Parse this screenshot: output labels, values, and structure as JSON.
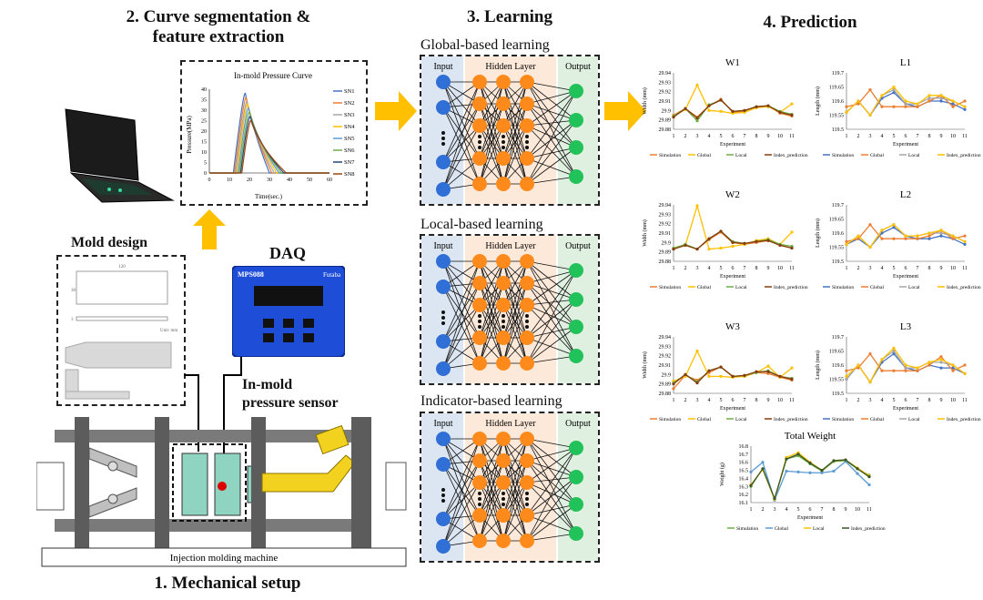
{
  "sections": {
    "curve": "2. Curve segmentation &",
    "curve2": "feature extraction",
    "learning": "3. Learning",
    "prediction": "4. Prediction",
    "mechanical": "1. Mechanical setup"
  },
  "labels": {
    "mold_design": "Mold design",
    "daq": "DAQ",
    "sensor1": "In-mold",
    "sensor2": "pressure sensor",
    "machine": "Injection molding machine",
    "daq_model": "MPS088",
    "daq_brand": "Futaba",
    "mold_w": "120",
    "mold_h": "30",
    "mold_t": "3",
    "unit": "Unit: mm"
  },
  "learning": {
    "global": "Global-based learning",
    "local": "Local-based learning",
    "indicator": "Indicator-based learning",
    "input": "Input",
    "hidden": "Hidden Layer",
    "output": "Output"
  },
  "pressure_chart": {
    "title": "In-mold Pressure Curve",
    "ylabel": "Pressure(MPa)",
    "xlabel": "Time(sec.)",
    "xticks": [
      "0",
      "10",
      "20",
      "30",
      "40",
      "50",
      "60"
    ],
    "yticks": [
      "0",
      "5",
      "10",
      "15",
      "20",
      "25",
      "30",
      "35",
      "40"
    ],
    "legend": [
      "SN1",
      "SN2",
      "SN3",
      "SN4",
      "SN5",
      "SN6",
      "SN7",
      "SN8"
    ],
    "peaks": [
      38,
      36,
      34,
      33,
      31,
      29,
      27,
      25
    ],
    "colors": [
      "#4472c4",
      "#ed7d31",
      "#a5a5a5",
      "#ffc000",
      "#5b9bd5",
      "#70ad47",
      "#264478",
      "#9e480e"
    ]
  },
  "chart_data": [
    {
      "type": "line",
      "title": "W1",
      "ylabel": "Width (mm)",
      "xlabel": "Experiment",
      "x": [
        1,
        2,
        3,
        4,
        5,
        6,
        7,
        8,
        9,
        10,
        11
      ],
      "yticks": [
        "29.88",
        "29.89",
        "29.9",
        "29.91",
        "29.92",
        "29.93",
        "29.94"
      ],
      "ylim": [
        29.88,
        29.94
      ],
      "series": [
        {
          "name": "Simulation",
          "color": "#ed7d31",
          "values": [
            29.895,
            29.902,
            29.893,
            29.905,
            29.912,
            29.898,
            29.899,
            29.903,
            29.905,
            29.897,
            29.894
          ]
        },
        {
          "name": "Global",
          "color": "#ffc000",
          "values": [
            29.894,
            29.901,
            29.927,
            29.9,
            29.899,
            29.897,
            29.898,
            29.903,
            29.904,
            29.898,
            29.907
          ]
        },
        {
          "name": "Local",
          "color": "#70ad47",
          "values": [
            29.894,
            29.902,
            29.889,
            29.906,
            29.911,
            29.899,
            29.9,
            29.904,
            29.905,
            29.899,
            29.896
          ]
        },
        {
          "name": "Index_prediction",
          "color": "#843c0c",
          "values": [
            29.893,
            29.902,
            29.892,
            29.905,
            29.911,
            29.899,
            29.9,
            29.904,
            29.905,
            29.898,
            29.895
          ]
        }
      ]
    },
    {
      "type": "line",
      "title": "L1",
      "ylabel": "Length (mm)",
      "xlabel": "Experiment",
      "x": [
        1,
        2,
        3,
        4,
        5,
        6,
        7,
        8,
        9,
        10,
        11
      ],
      "yticks": [
        "119.5",
        "119.55",
        "119.6",
        "119.65",
        "119.7"
      ],
      "ylim": [
        119.5,
        119.7
      ],
      "series": [
        {
          "name": "Simulation",
          "color": "#4472c4",
          "values": [
            119.56,
            119.6,
            119.55,
            119.61,
            119.63,
            119.59,
            119.58,
            119.6,
            119.6,
            119.59,
            119.57
          ]
        },
        {
          "name": "Global",
          "color": "#ed7d31",
          "values": [
            119.58,
            119.59,
            119.64,
            119.58,
            119.58,
            119.58,
            119.58,
            119.6,
            119.62,
            119.58,
            119.6
          ]
        },
        {
          "name": "Local",
          "color": "#a5a5a5",
          "values": [
            119.56,
            119.6,
            119.55,
            119.62,
            119.64,
            119.59,
            119.59,
            119.61,
            119.61,
            119.6,
            119.58
          ]
        },
        {
          "name": "Index_prediction",
          "color": "#ffc000",
          "values": [
            119.56,
            119.6,
            119.55,
            119.62,
            119.65,
            119.6,
            119.59,
            119.62,
            119.62,
            119.6,
            119.58
          ]
        }
      ]
    },
    {
      "type": "line",
      "title": "W2",
      "ylabel": "Width (mm)",
      "xlabel": "Experiment",
      "x": [
        1,
        2,
        3,
        4,
        5,
        6,
        7,
        8,
        9,
        10,
        11
      ],
      "yticks": [
        "29.88",
        "29.89",
        "29.9",
        "29.91",
        "29.92",
        "29.93",
        "29.94"
      ],
      "ylim": [
        29.88,
        29.94
      ],
      "series": [
        {
          "name": "Simulation",
          "color": "#ed7d31",
          "values": [
            29.893,
            29.897,
            29.893,
            29.903,
            29.911,
            29.9,
            29.898,
            29.9,
            29.902,
            29.897,
            29.894
          ]
        },
        {
          "name": "Global",
          "color": "#ffc000",
          "values": [
            29.894,
            29.897,
            29.939,
            29.893,
            29.894,
            29.896,
            29.898,
            29.902,
            29.904,
            29.898,
            29.911
          ]
        },
        {
          "name": "Local",
          "color": "#70ad47",
          "values": [
            29.894,
            29.898,
            29.893,
            29.904,
            29.912,
            29.901,
            29.899,
            29.901,
            29.903,
            29.898,
            29.896
          ]
        },
        {
          "name": "Index_prediction",
          "color": "#843c0c",
          "values": [
            29.893,
            29.897,
            29.893,
            29.904,
            29.912,
            29.9,
            29.899,
            29.901,
            29.902,
            29.897,
            29.894
          ]
        }
      ]
    },
    {
      "type": "line",
      "title": "L2",
      "ylabel": "Length (mm)",
      "xlabel": "Experiment",
      "x": [
        1,
        2,
        3,
        4,
        5,
        6,
        7,
        8,
        9,
        10,
        11
      ],
      "yticks": [
        "119.5",
        "119.55",
        "119.6",
        "119.65",
        "119.7"
      ],
      "ylim": [
        119.5,
        119.7
      ],
      "series": [
        {
          "name": "Simulation",
          "color": "#4472c4",
          "values": [
            119.56,
            119.58,
            119.55,
            119.6,
            119.62,
            119.59,
            119.58,
            119.58,
            119.59,
            119.58,
            119.56
          ]
        },
        {
          "name": "Global",
          "color": "#ed7d31",
          "values": [
            119.57,
            119.58,
            119.63,
            119.58,
            119.58,
            119.58,
            119.58,
            119.59,
            119.61,
            119.58,
            119.59
          ]
        },
        {
          "name": "Local",
          "color": "#a5a5a5",
          "values": [
            119.56,
            119.59,
            119.55,
            119.61,
            119.63,
            119.59,
            119.59,
            119.6,
            119.6,
            119.59,
            119.57
          ]
        },
        {
          "name": "Index_prediction",
          "color": "#ffc000",
          "values": [
            119.56,
            119.59,
            119.55,
            119.61,
            119.63,
            119.59,
            119.59,
            119.6,
            119.61,
            119.59,
            119.57
          ]
        }
      ]
    },
    {
      "type": "line",
      "title": "W3",
      "ylabel": "Width (mm)",
      "xlabel": "Experiment",
      "x": [
        1,
        2,
        3,
        4,
        5,
        6,
        7,
        8,
        9,
        10,
        11
      ],
      "yticks": [
        "29.88",
        "29.89",
        "29.9",
        "29.91",
        "29.92",
        "29.93",
        "29.94"
      ],
      "ylim": [
        29.88,
        29.94
      ],
      "series": [
        {
          "name": "Simulation",
          "color": "#ed7d31",
          "values": [
            29.885,
            29.899,
            29.894,
            29.902,
            29.908,
            29.898,
            29.898,
            29.902,
            29.901,
            29.897,
            29.894
          ]
        },
        {
          "name": "Global",
          "color": "#ffc000",
          "values": [
            29.893,
            29.898,
            29.925,
            29.898,
            29.898,
            29.897,
            29.898,
            29.902,
            29.909,
            29.897,
            29.907
          ]
        },
        {
          "name": "Local",
          "color": "#70ad47",
          "values": [
            29.891,
            29.9,
            29.892,
            29.904,
            29.908,
            29.898,
            29.899,
            29.902,
            29.904,
            29.898,
            29.896
          ]
        },
        {
          "name": "Index_prediction",
          "color": "#843c0c",
          "values": [
            29.89,
            29.9,
            29.891,
            29.904,
            29.908,
            29.898,
            29.899,
            29.903,
            29.903,
            29.898,
            29.895
          ]
        }
      ]
    },
    {
      "type": "line",
      "title": "L3",
      "ylabel": "Length (mm)",
      "xlabel": "Experiment",
      "x": [
        1,
        2,
        3,
        4,
        5,
        6,
        7,
        8,
        9,
        10,
        11
      ],
      "yticks": [
        "119.5",
        "119.55",
        "119.6",
        "119.65",
        "119.7"
      ],
      "ylim": [
        119.5,
        119.7
      ],
      "series": [
        {
          "name": "Simulation",
          "color": "#4472c4",
          "values": [
            119.55,
            119.6,
            119.54,
            119.61,
            119.64,
            119.59,
            119.58,
            119.6,
            119.59,
            119.59,
            119.57
          ]
        },
        {
          "name": "Global",
          "color": "#ed7d31",
          "values": [
            119.58,
            119.59,
            119.64,
            119.58,
            119.58,
            119.58,
            119.58,
            119.6,
            119.63,
            119.58,
            119.6
          ]
        },
        {
          "name": "Local",
          "color": "#a5a5a5",
          "values": [
            119.55,
            119.6,
            119.54,
            119.62,
            119.65,
            119.59,
            119.59,
            119.61,
            119.61,
            119.6,
            119.57
          ]
        },
        {
          "name": "Index_prediction",
          "color": "#ffc000",
          "values": [
            119.56,
            119.6,
            119.54,
            119.62,
            119.66,
            119.6,
            119.59,
            119.61,
            119.62,
            119.6,
            119.57
          ]
        }
      ]
    },
    {
      "type": "line",
      "title": "Total Weight",
      "ylabel": "Weight (g)",
      "xlabel": "Experiment",
      "x": [
        1,
        2,
        3,
        4,
        5,
        6,
        7,
        8,
        9,
        10,
        11
      ],
      "yticks": [
        "16.1",
        "16.2",
        "16.3",
        "16.4",
        "16.5",
        "16.6",
        "16.7",
        "16.8"
      ],
      "ylim": [
        16.1,
        16.8
      ],
      "series": [
        {
          "name": "Simulation",
          "color": "#70ad47",
          "values": [
            16.3,
            16.52,
            16.14,
            16.64,
            16.68,
            16.58,
            16.49,
            16.61,
            16.62,
            16.52,
            16.44
          ]
        },
        {
          "name": "Global",
          "color": "#5b9bd5",
          "values": [
            16.48,
            16.6,
            16.13,
            16.49,
            16.48,
            16.47,
            16.47,
            16.49,
            16.61,
            16.46,
            16.32
          ]
        },
        {
          "name": "Local",
          "color": "#ffc000",
          "values": [
            16.32,
            16.51,
            16.14,
            16.66,
            16.72,
            16.6,
            16.5,
            16.62,
            16.63,
            16.53,
            16.43
          ]
        },
        {
          "name": "Index_prediction",
          "color": "#375623",
          "values": [
            16.31,
            16.52,
            16.15,
            16.64,
            16.7,
            16.59,
            16.5,
            16.62,
            16.63,
            16.52,
            16.42
          ]
        }
      ]
    }
  ]
}
